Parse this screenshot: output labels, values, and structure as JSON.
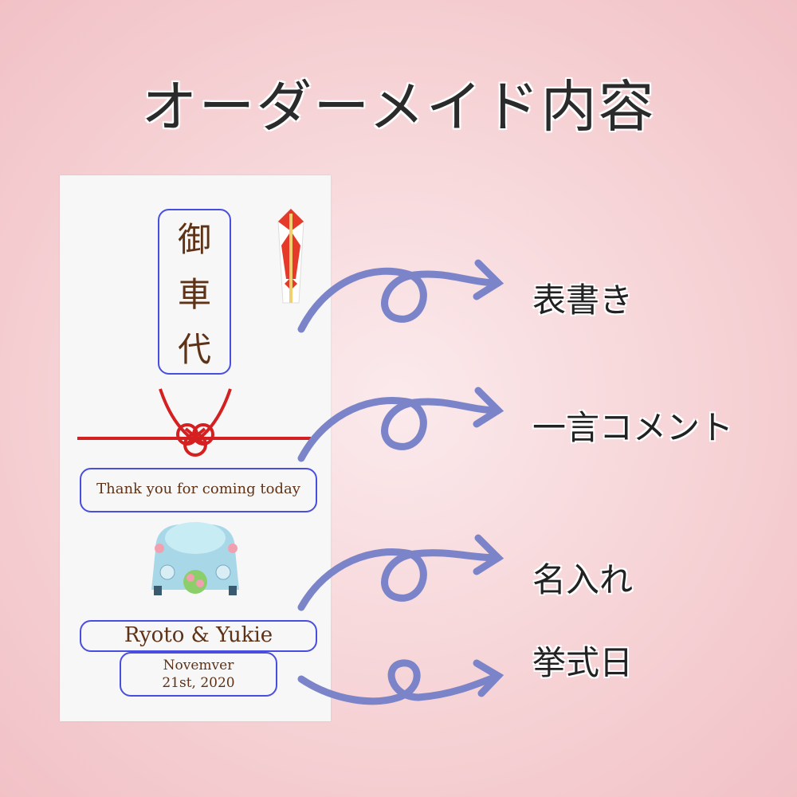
{
  "title": "オーダーメイド内容",
  "labels": {
    "omotegaki": "表書き",
    "comment": "一言コメント",
    "naire": "名入れ",
    "date": "挙式日"
  },
  "card": {
    "omotegaki_chars": [
      "御",
      "車",
      "代"
    ],
    "comment": "Thank you for coming today",
    "names": "Ryoto & Yukie",
    "date_line1": "Novemver",
    "date_line2": "21st, 2020"
  },
  "colors": {
    "arrow": "#7b84c8",
    "box_border": "#4a4ee0",
    "text": "#5e3216",
    "mizuhiki": "#d42020"
  }
}
